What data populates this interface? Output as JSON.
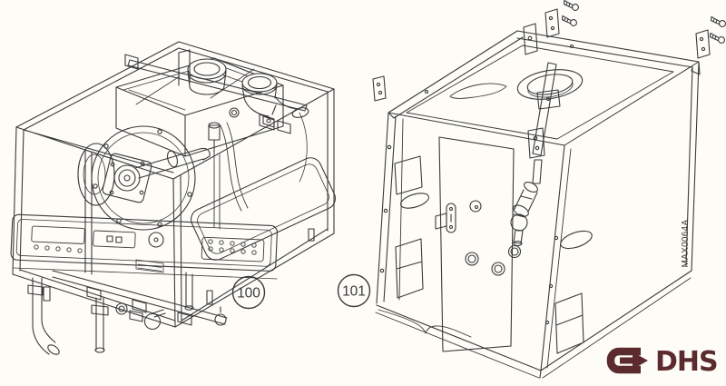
{
  "figure": {
    "background_color": "#fdfcf7",
    "line_color": "#3a3a3a",
    "callout_100": "100",
    "callout_101": "101",
    "drawing_number": "MAX0064A",
    "logo_text": "DHS",
    "logo_color": "#5b2b2d"
  }
}
